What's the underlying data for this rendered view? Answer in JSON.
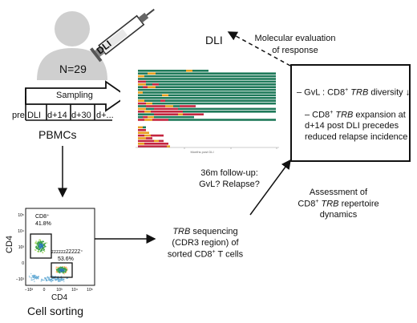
{
  "cohort": {
    "n_label": "N=29",
    "injection_label": "DLI"
  },
  "sampling": {
    "label": "Sampling",
    "timepoints": [
      "pre DLI",
      "d+14",
      "d+30",
      "d+..."
    ],
    "material": "PBMCs"
  },
  "outcome": {
    "dli_label": "DLI",
    "molecular_evaluation": [
      "Molecular evaluation",
      "of response"
    ]
  },
  "swimmer_plot": {
    "axis_title": "Months post DLI"
  },
  "follow_up": [
    "36m follow-up:",
    "GvL? Relapse?"
  ],
  "findings": {
    "line1_prefix": "– GvL : CD8",
    "line1_sup": "+",
    "line1_gene": "TRB",
    "line1_suffix": "diversity ↓",
    "line2_a_prefix": "– CD8",
    "line2_a_sup": "+",
    "line2_a_gene": "TRB",
    "line2_a_suffix": "expansion at",
    "line2_b": "d+14 post DLI precedes",
    "line2_c": "reduced relapse incidence"
  },
  "assessment": {
    "line1": "Assessment of",
    "line2_prefix": "CD8",
    "line2_sup": "+",
    "line2_gene": "TRB",
    "line2_suffix": "repertoire",
    "line3": "dynamics"
  },
  "sequencing": {
    "line1_gene": "TRB",
    "line1_suffix": "sequencing",
    "line2": "(CDR3 region) of",
    "line3_prefix": "sorted CD8",
    "line3_sup": "+",
    "line3_suffix": "T cells"
  },
  "flow": {
    "gate1_label": "CD8⁺",
    "gate1_pct": "41.8%",
    "gate2_label": "zzzzzzZZZZZ⁺",
    "gate2_pct": "53.6%",
    "y_axis_title": "CD4",
    "x_axis_title": "CD4",
    "x_ticks": [
      "−10³",
      "0",
      "10³",
      "10⁴",
      "10⁵"
    ],
    "y_ticks": [
      "10⁵",
      "10⁴",
      "10³",
      "0",
      "−10³"
    ],
    "caption": "Cell sorting"
  },
  "colors": {
    "green": "#1f7a5a",
    "red": "#c4253f",
    "orange": "#e8a020",
    "line": "#111111"
  }
}
